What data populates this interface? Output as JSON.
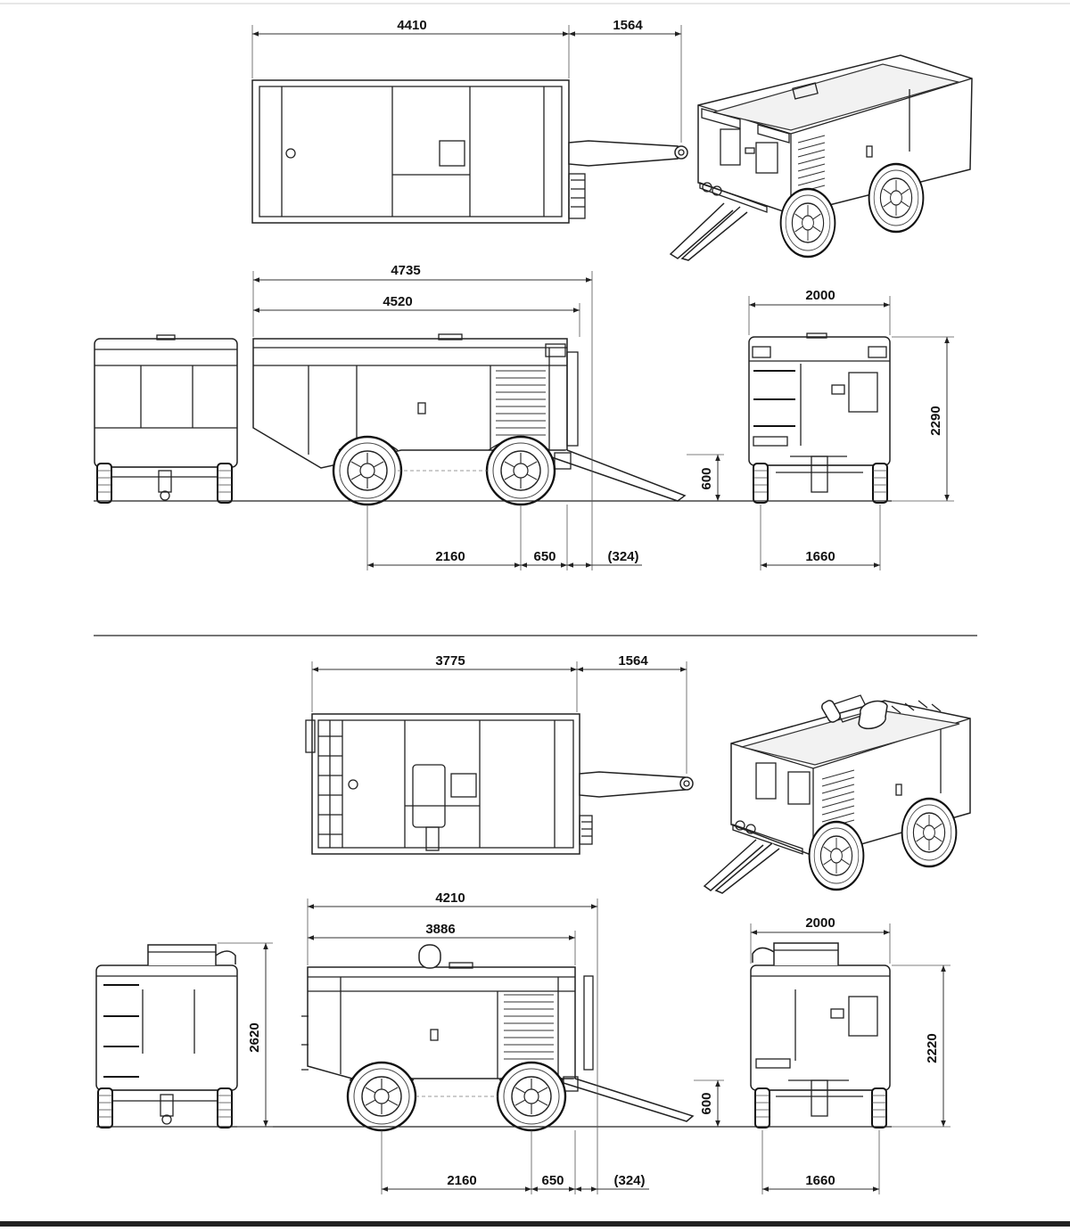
{
  "drawing": {
    "separator_visible": true,
    "upper_unit": {
      "top_view": {
        "length": "4410",
        "drawbar": "1564"
      },
      "side_view": {
        "overall_length": "4735",
        "body_length": "4520",
        "wheelbase": "2160",
        "axle_to_hitch": "650",
        "hitch_offset": "(324)",
        "drawbar_height": "600"
      },
      "end_view": {
        "width": "2000",
        "height": "2290",
        "track": "1660"
      }
    },
    "lower_unit": {
      "top_view": {
        "length": "3775",
        "drawbar": "1564"
      },
      "side_view": {
        "overall_length": "4210",
        "body_length": "3886",
        "wheelbase": "2160",
        "axle_to_hitch": "650",
        "hitch_offset": "(324)",
        "drawbar_height": "600"
      },
      "rear_view": {
        "height": "2620"
      },
      "end_view": {
        "width": "2000",
        "height": "2220",
        "track": "1660"
      }
    }
  }
}
